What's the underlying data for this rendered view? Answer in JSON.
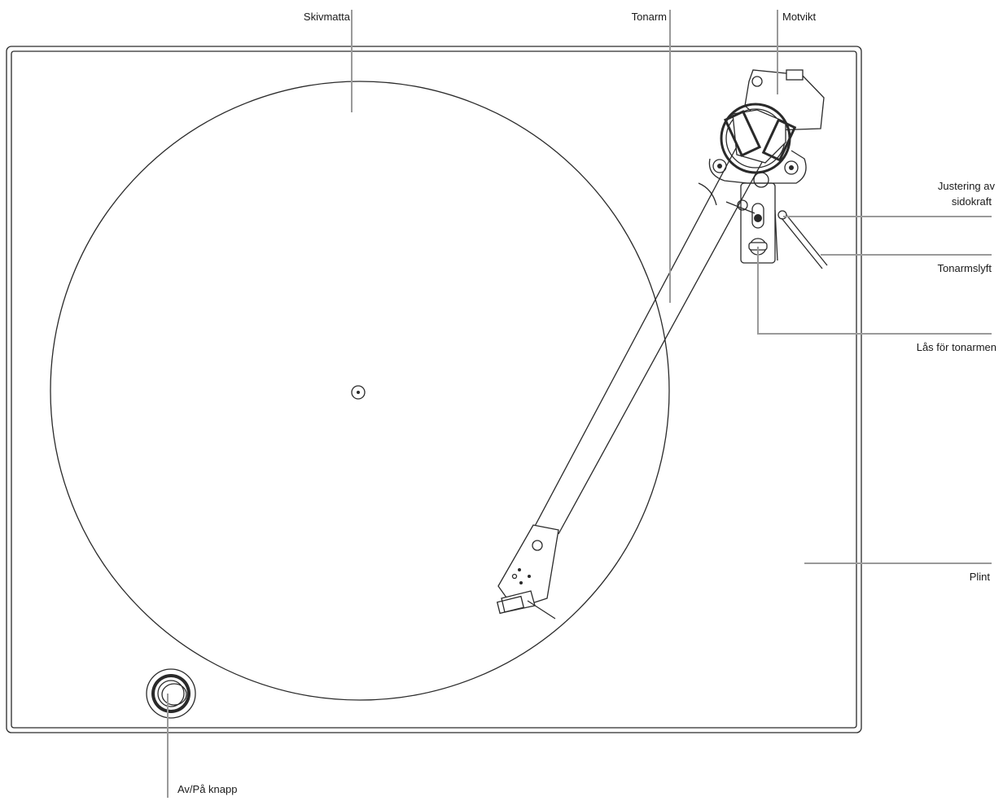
{
  "labels": {
    "skivmatta": "Skivmatta",
    "tonarm": "Tonarm",
    "motvikt": "Motvikt",
    "justering_line1": "Justering av",
    "justering_line2": "sidokraft",
    "tonarmslyft": "Tonarmslyft",
    "las": "Lås för tonarmen",
    "plint": "Plint",
    "avpa": "Av/På knapp"
  },
  "colors": {
    "ink": "#2a2a2a",
    "leader": "#9a9a9a",
    "background": "#ffffff"
  }
}
